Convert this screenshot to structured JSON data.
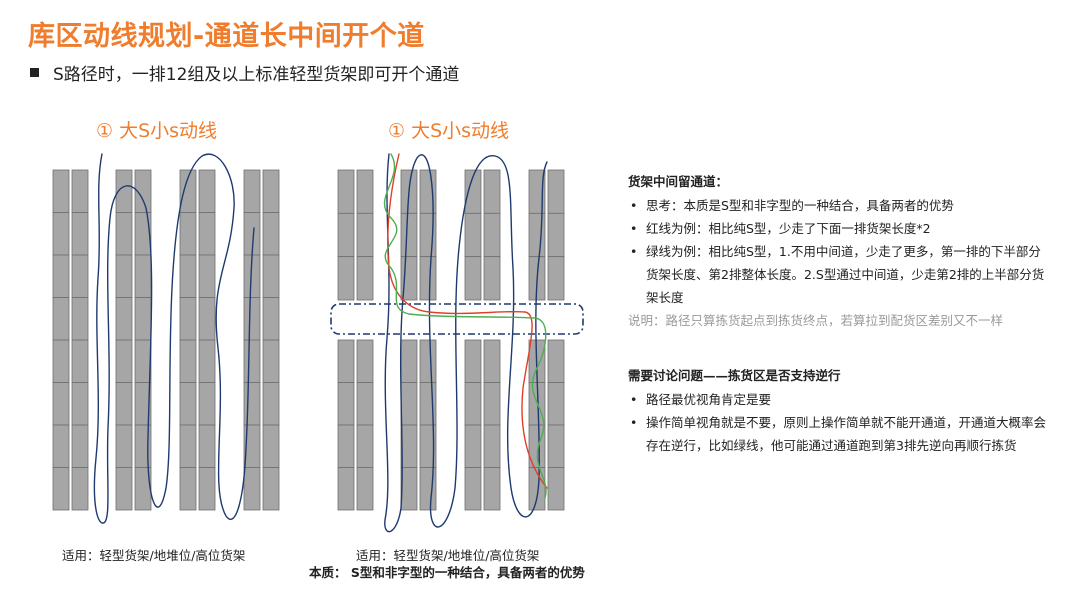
{
  "title": "库区动线规划-通道长中间开个道",
  "subtitle": "S路径时，一排12组及以上标准轻型货架即可开个通道",
  "diagrams": [
    {
      "title": "① 大S小s动线",
      "caption": "适用：轻型货架/地堆位/高位货架"
    },
    {
      "title": "① 大S小s动线",
      "caption": "适用：轻型货架/地堆位/高位货架"
    }
  ],
  "essence": "本质： S型和非字型的一种结合，具备两者的优势",
  "notes": {
    "section1_heading": "货架中间留通道：",
    "section1_items": [
      "思考：本质是S型和非字型的一种结合，具备两者的优势",
      "红线为例：相比纯S型，少走了下面一排货架长度*2",
      "绿线为例：相比纯S型，1.不用中间道，少走了更多，第一排的下半部分货架长度、第2排整体长度。2.S型通过中间道，少走第2排的上半部分货架长度"
    ],
    "section1_note": "说明：路径只算拣货起点到拣货终点，若算拉到配货区差别又不一样",
    "section2_heading": "需要讨论问题——拣货区是否支持逆行",
    "section2_items": [
      "路径最优视角肯定是要",
      "操作简单视角就是不要，原则上操作简单就不能开通道，开通道大概率会存在逆行，比如绿线，他可能通过通道跑到第3排先逆向再顺行拣货"
    ]
  },
  "colors": {
    "accent": "#ef7d2d",
    "shelf_fill": "#a6a6a6",
    "shelf_stroke": "#6f6f6f",
    "path_blue": "#1f3a6e",
    "path_red": "#e0402a",
    "path_green": "#4caf50"
  }
}
